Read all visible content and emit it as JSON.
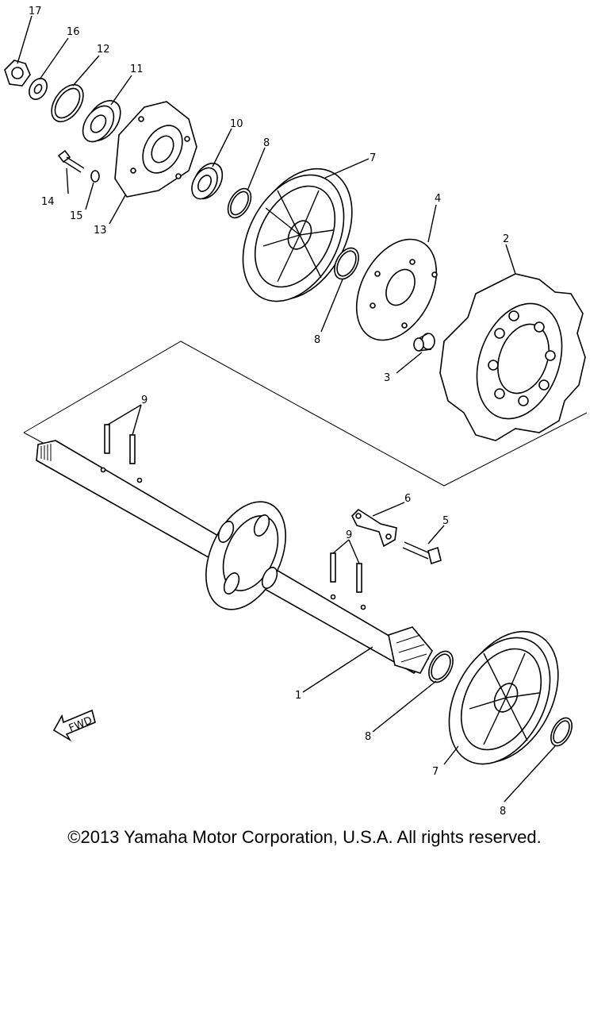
{
  "diagram": {
    "part_numbers": [
      "17",
      "16",
      "12",
      "11",
      "10",
      "8",
      "7",
      "4",
      "2",
      "14",
      "15",
      "13",
      "8",
      "3",
      "9",
      "6",
      "5",
      "9",
      "1",
      "8",
      "7",
      "8"
    ],
    "fwd_label": "FWD"
  },
  "footer": {
    "copyright": "©2013 Yamaha Motor Corporation, U.S.A. All rights reserved."
  }
}
